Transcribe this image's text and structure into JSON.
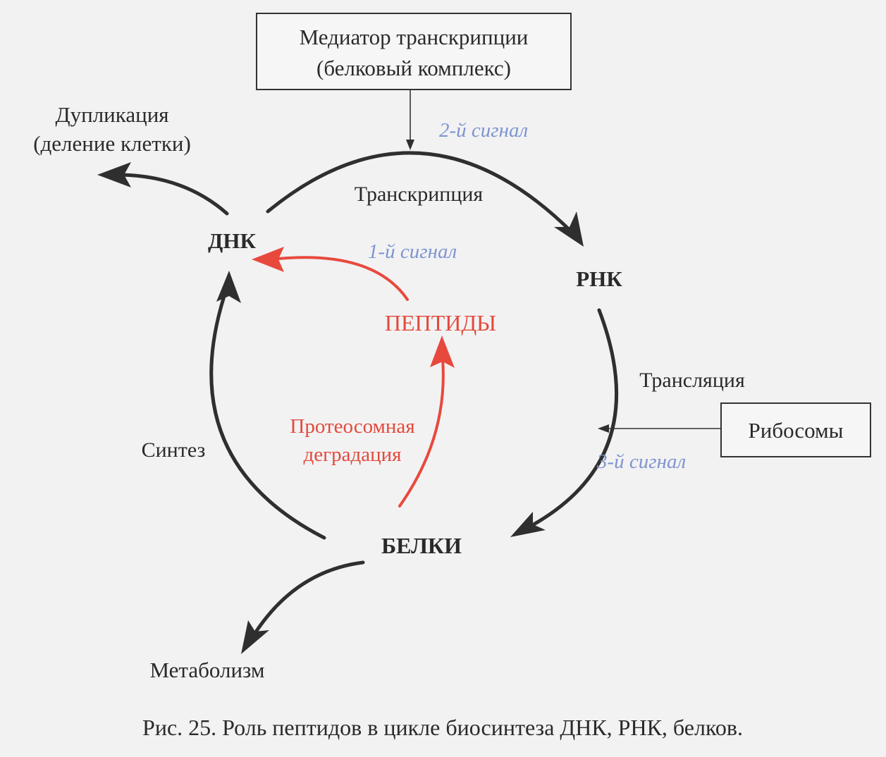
{
  "mediator": {
    "line1": "Медиатор транскрипции",
    "line2": "(белковый комплекс)"
  },
  "duplication": {
    "line1": "Дупликация",
    "line2": "(деление клетки)"
  },
  "signals": {
    "second": "2-й сигнал",
    "first": "1-й сигнал",
    "third": "3-й сигнал"
  },
  "processes": {
    "transcription": "Транскрипция",
    "translation": "Трансляция",
    "synthesis": "Синтез",
    "metabolism": "Метаболизм"
  },
  "nodes": {
    "dna": "ДНК",
    "rna": "РНК",
    "proteins": "БЕЛКИ",
    "peptides": "ПЕПТИДЫ"
  },
  "degradation": {
    "line1": "Протеосомная",
    "line2": "деградация"
  },
  "ribosomes": "Рибосомы",
  "caption": "Рис. 25. Роль пептидов в цикле биосинтеза ДНК, РНК, белков.",
  "colors": {
    "cycle_arrows": "#2f2f2f",
    "peptide_pathway": "#e8493d",
    "signal_labels": "#7f95cf"
  }
}
